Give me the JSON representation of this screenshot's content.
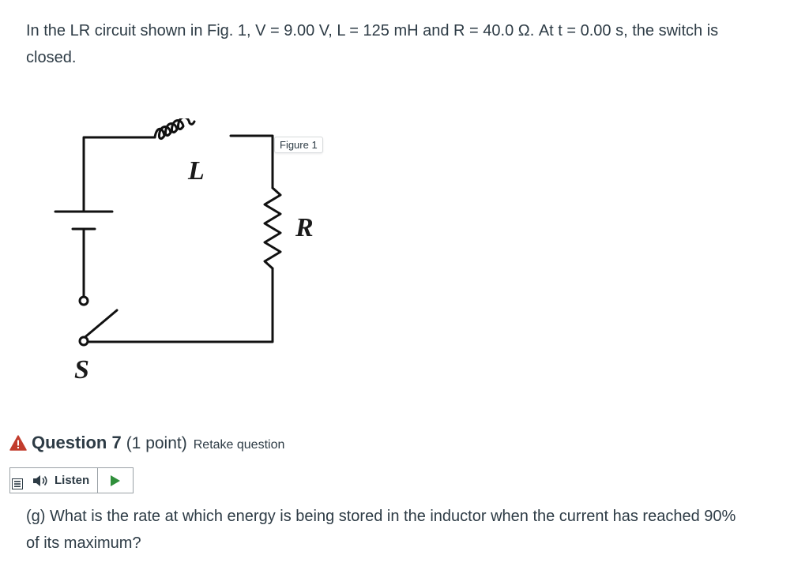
{
  "intro": {
    "text": "In the LR circuit shown in Fig. 1, V = 9.00 V, L = 125 mH and R = 40.0 Ω.  At t = 0.00 s, the switch is closed."
  },
  "figure": {
    "label": "Figure 1",
    "inductor_symbol": "L",
    "resistor_symbol": "R",
    "switch_symbol": "S"
  },
  "question": {
    "title": "Question 7",
    "points": "(1 point)",
    "retake_label": "Retake question",
    "text": "(g) What is the rate at which energy is being stored in the inductor when the current has reached 90% of its maximum?"
  },
  "listen": {
    "label": "Listen"
  },
  "icons": {
    "warning": "warning-triangle-icon",
    "menu": "menu-icon",
    "speaker": "speaker-icon",
    "play": "play-icon"
  },
  "colors": {
    "warning": "#c23c2d",
    "play": "#2f8f3a",
    "text": "#2d3b45"
  }
}
